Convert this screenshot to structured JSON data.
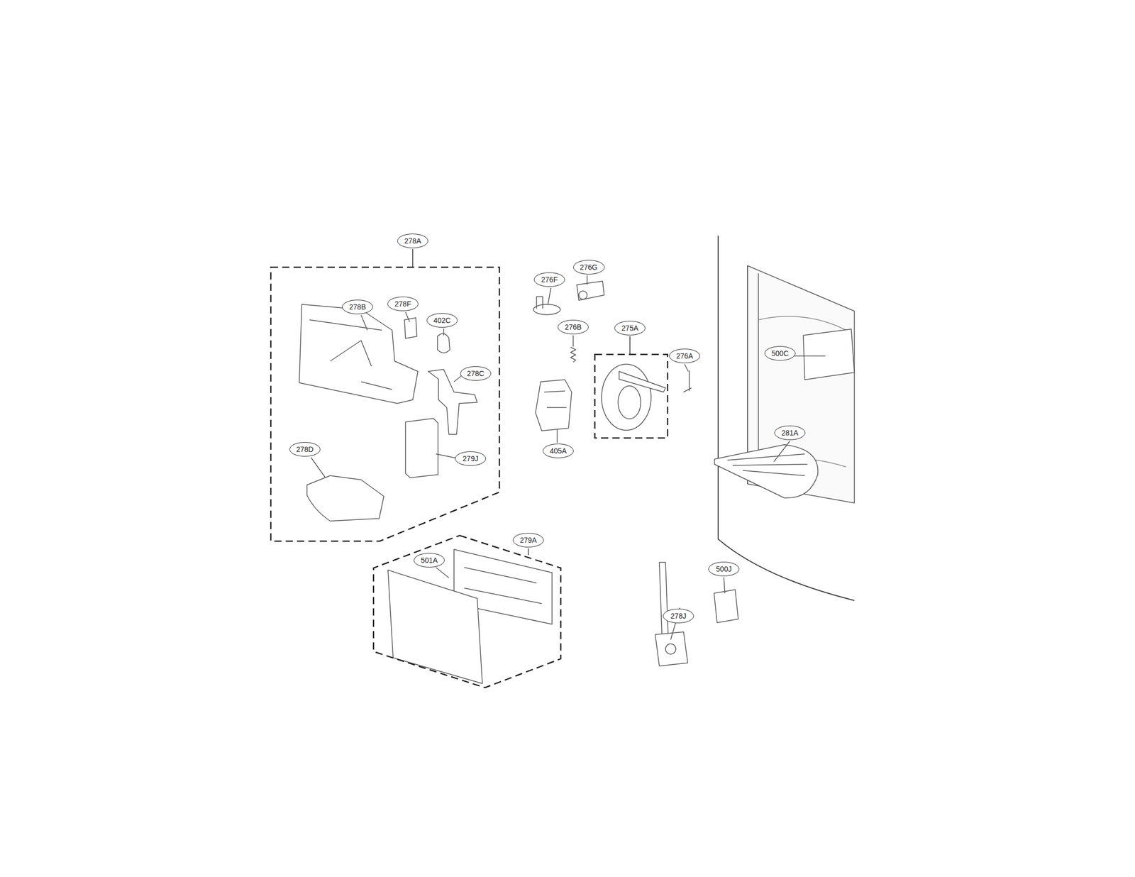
{
  "diagram": {
    "nodes": [
      {
        "text": [
          "278A"
        ]
      },
      {
        "text": [
          "278B"
        ],
        "in": 0
      },
      {
        "text": [
          "278F"
        ],
        "in": 0
      },
      {
        "text": [
          "402C"
        ],
        "in": 0
      },
      {
        "text": [
          "278C"
        ],
        "in": 0
      },
      {
        "text": [
          "278D"
        ],
        "in": 0
      },
      {
        "text": [
          "279J"
        ],
        "in": 0
      },
      {
        "text": [
          "276F"
        ]
      },
      {
        "text": [
          "276G"
        ]
      },
      {
        "text": [
          "276B"
        ]
      },
      {
        "text": [
          "405A"
        ]
      },
      {
        "text": [
          "275A"
        ]
      },
      {
        "text": [
          "276A"
        ]
      },
      {
        "text": [
          "500C"
        ]
      },
      {
        "text": [
          "281A"
        ]
      },
      {
        "text": [
          "279A"
        ]
      },
      {
        "text": [
          "501A"
        ],
        "in": 15
      },
      {
        "text": [
          "278J"
        ]
      },
      {
        "text": [
          "500J"
        ]
      }
    ]
  }
}
